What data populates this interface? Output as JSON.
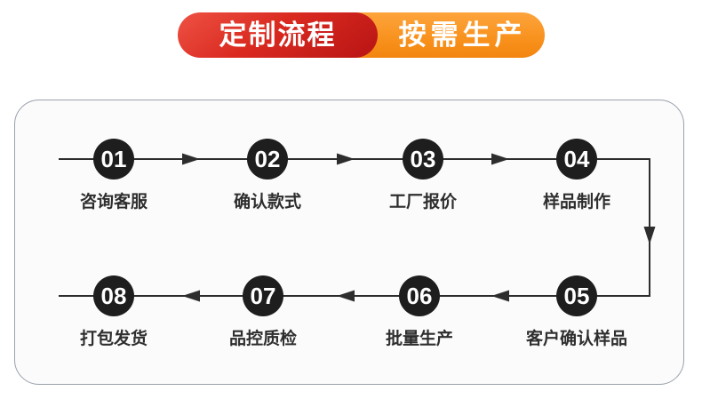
{
  "banner": {
    "left_label": "定制流程",
    "right_label": "按需生产",
    "left_color": "#d6251c",
    "right_color": "#f78e18"
  },
  "flow": {
    "circle_color": "#1e1e1e",
    "line_color": "#2d2d2d",
    "steps": [
      {
        "number": "01",
        "label": "咨询客服"
      },
      {
        "number": "02",
        "label": "确认款式"
      },
      {
        "number": "03",
        "label": "工厂报价"
      },
      {
        "number": "04",
        "label": "样品制作"
      },
      {
        "number": "05",
        "label": "客户确认样品"
      },
      {
        "number": "06",
        "label": "批量生产"
      },
      {
        "number": "07",
        "label": "品控质检"
      },
      {
        "number": "08",
        "label": "打包发货"
      }
    ]
  }
}
